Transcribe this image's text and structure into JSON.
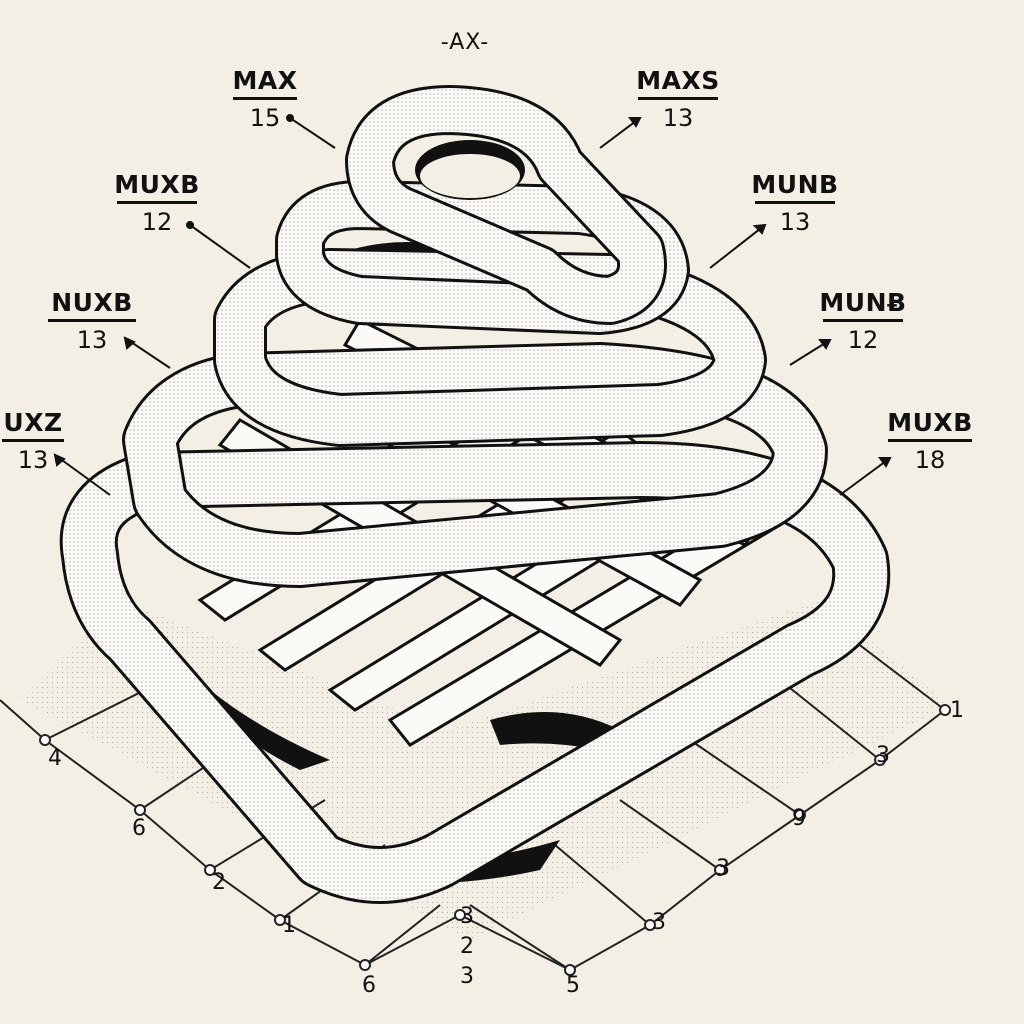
{
  "title": "-AX-",
  "labels": [
    {
      "id": "max",
      "name": "MAX",
      "value": "15"
    },
    {
      "id": "maxs",
      "name": "MAXS",
      "value": "13"
    },
    {
      "id": "muxb-l",
      "name": "MUXB",
      "value": "12"
    },
    {
      "id": "munb-r",
      "name": "MUNB",
      "value": "13"
    },
    {
      "id": "nuxb",
      "name": "NUXB",
      "value": "13"
    },
    {
      "id": "munb-r2",
      "name": "MUNɃ",
      "value": "12"
    },
    {
      "id": "uxz",
      "name": "UXZ",
      "value": "13"
    },
    {
      "id": "muxb-r",
      "name": "MUXB",
      "value": "18"
    }
  ],
  "left_ticks": [
    "4",
    "6",
    "2",
    "1",
    "6"
  ],
  "right_ticks": [
    "1",
    "3",
    "9",
    "3",
    "3",
    "5"
  ],
  "bottom_stack": [
    "3",
    "2",
    "3"
  ],
  "colors": {
    "background": "#f4efe4",
    "ink": "#111111",
    "ring_fill": "#fbfaf6",
    "shadow": "#9a968c"
  }
}
